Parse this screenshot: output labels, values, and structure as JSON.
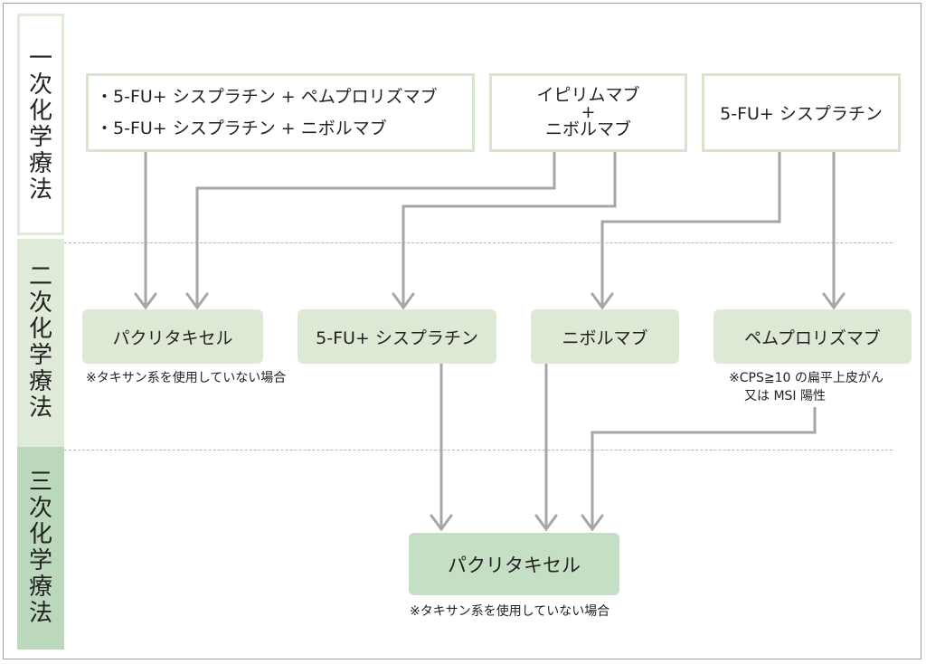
{
  "stages": {
    "first": [
      "一",
      "次",
      "化",
      "学",
      "療",
      "法"
    ],
    "second": [
      "二",
      "次",
      "化",
      "学",
      "療",
      "法"
    ],
    "third": [
      "三",
      "次",
      "化",
      "学",
      "療",
      "法"
    ]
  },
  "first_line": {
    "box1_items": [
      "・5-FU+ シスプラチン + ペムプロリズマブ",
      "・5-FU+ シスプラチン + ニボルマブ"
    ],
    "box2_line1": "イピリムマブ",
    "box2_plus": "+",
    "box2_line2": "ニボルマブ",
    "box3": "5-FU+ シスプラチン"
  },
  "second_line": {
    "box1": "パクリタキセル",
    "box1_note": "※タキサン系を使用していない場合",
    "box2": "5-FU+ シスプラチン",
    "box3": "ニボルマブ",
    "box4": "ペムプロリズマブ",
    "box4_note_line1": "※CPS≧10 の扁平上皮がん",
    "box4_note_line2": "又は MSI 陽性"
  },
  "third_line": {
    "box1": "パクリタキセル",
    "box1_note": "※タキサン系を使用していない場合"
  },
  "colors": {
    "arrow": "#a6a6a6",
    "stage1_border": "#dfebd8",
    "stage2_fill": "#dfebd8",
    "stage3_fill": "#bcd8bc",
    "box_outline": "#d6e6cc",
    "box_fill": "#dde9d4",
    "box_fill_dark": "#c5dfc5"
  }
}
